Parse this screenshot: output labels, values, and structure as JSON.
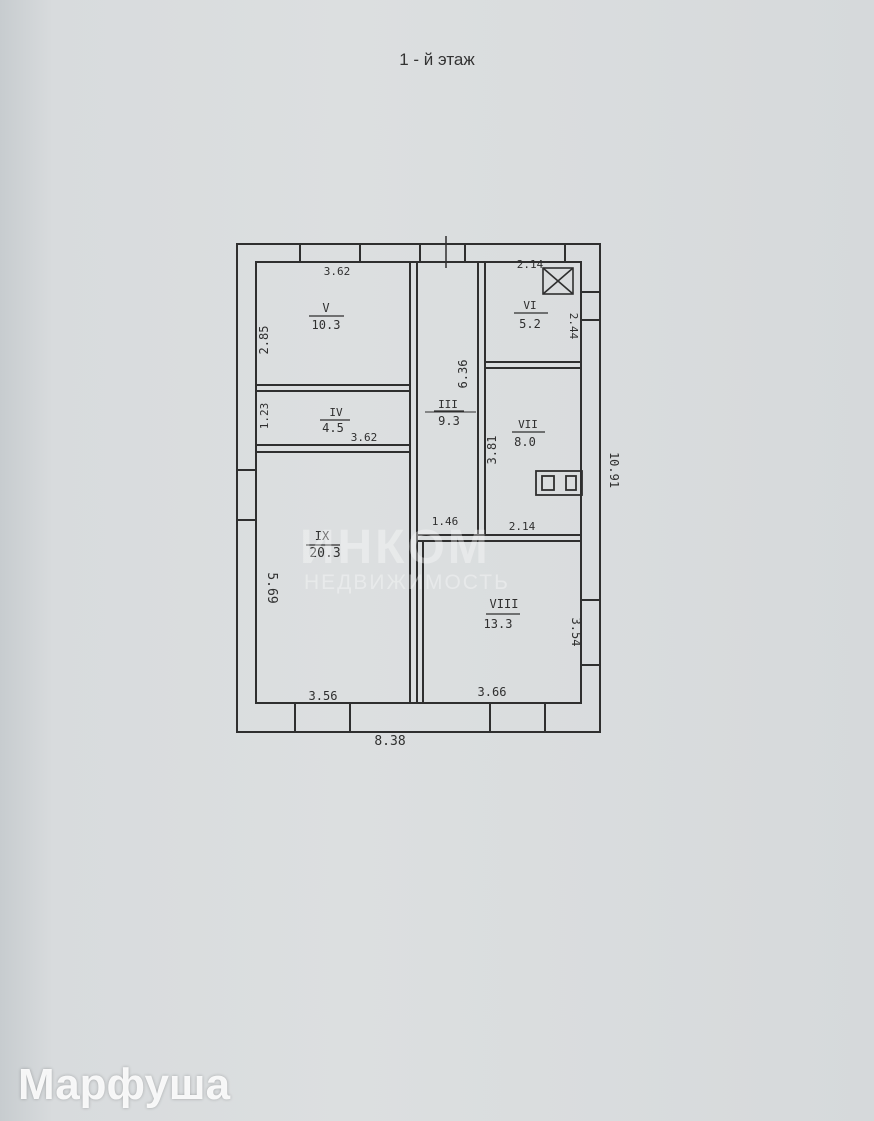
{
  "page": {
    "title": "1 - й этаж"
  },
  "rooms": [
    {
      "id": "V",
      "number": "V",
      "area": "10.3"
    },
    {
      "id": "IV",
      "number": "IV",
      "area": "4.5"
    },
    {
      "id": "III",
      "number": "III",
      "area": "9.3"
    },
    {
      "id": "VI",
      "number": "VI",
      "area": "5.2"
    },
    {
      "id": "VII",
      "number": "VII",
      "area": "8.0"
    },
    {
      "id": "IX",
      "number": "IX",
      "area": "20.3"
    },
    {
      "id": "VIII",
      "number": "VIII",
      "area": "13.3"
    }
  ],
  "dimensions": {
    "v_width": "3.62",
    "v_height": "2.85",
    "iv_height": "1.23",
    "iv_width": "3.62",
    "corridor_length": "6.36",
    "corridor_width": "1.46",
    "vi_width": "2.14",
    "vi_height": "2.44",
    "vii_height": "3.81",
    "vii_width": "2.14",
    "total_height": "10.91",
    "ix_height": "5.69",
    "ix_width": "3.56",
    "viii_width": "3.66",
    "viii_height": "3.54",
    "total_width": "8.38"
  },
  "watermark": {
    "line1": "ИНКОМ",
    "line2": "НЕДВИЖИМОСТЬ"
  },
  "brand": {
    "label": "Марфуша"
  },
  "colors": {
    "ink": "#2f2f2f",
    "paper": "#dcdfe0"
  }
}
